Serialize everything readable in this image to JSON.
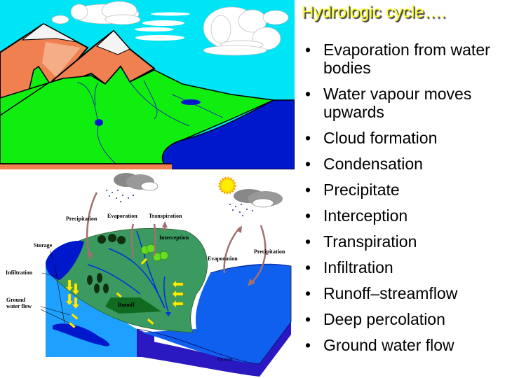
{
  "slide": {
    "title": "Hydrologic cycle….",
    "bullets": [
      {
        "marker": "•",
        "text": "Evaporation from water bodies"
      },
      {
        "marker": "•",
        "text": "Water vapour moves upwards"
      },
      {
        "marker": "•",
        "text": "Cloud formation"
      },
      {
        "marker": "•",
        "text": "Condensation"
      },
      {
        "marker": "•",
        "text": "Precipitate"
      },
      {
        "marker": "•",
        "text": "Interception"
      },
      {
        "marker": "•",
        "text": "Transpiration"
      },
      {
        "marker": "•",
        "text": "Infiltration"
      },
      {
        "marker": "•",
        "text": "Runoff–streamflow"
      },
      {
        "marker": "•",
        "text": "Deep percolation"
      },
      {
        "marker": "•",
        "text": "Ground water flow"
      }
    ]
  },
  "diagram": {
    "labels": {
      "precipitation_left": "Precipitation",
      "evaporation_left": "Evaporation",
      "transpiration": "Transpiration",
      "interception": "Interception",
      "evaporation_right": "Evaporation",
      "precipitation_right": "Precipitation",
      "storage": "Storage",
      "infiltration": "Infiltration",
      "ground_water_flow_1": "Ground",
      "ground_water_flow_2": "water flow",
      "runoff": "Runoff",
      "ocean": "Ocean"
    },
    "colors": {
      "sky": "#00e5f5",
      "mountain": "#f08050",
      "grass": "#10ee10",
      "lake": "#0018cc",
      "land_green": "#3a9a60",
      "ocean_light": "#1060f0",
      "ocean_dark": "#2a18c0",
      "groundwater": "#1ea0ff",
      "arrow_brown": "#a07070",
      "arrow_yellow": "#ffee00",
      "title_yellow": "#ffff33"
    }
  }
}
